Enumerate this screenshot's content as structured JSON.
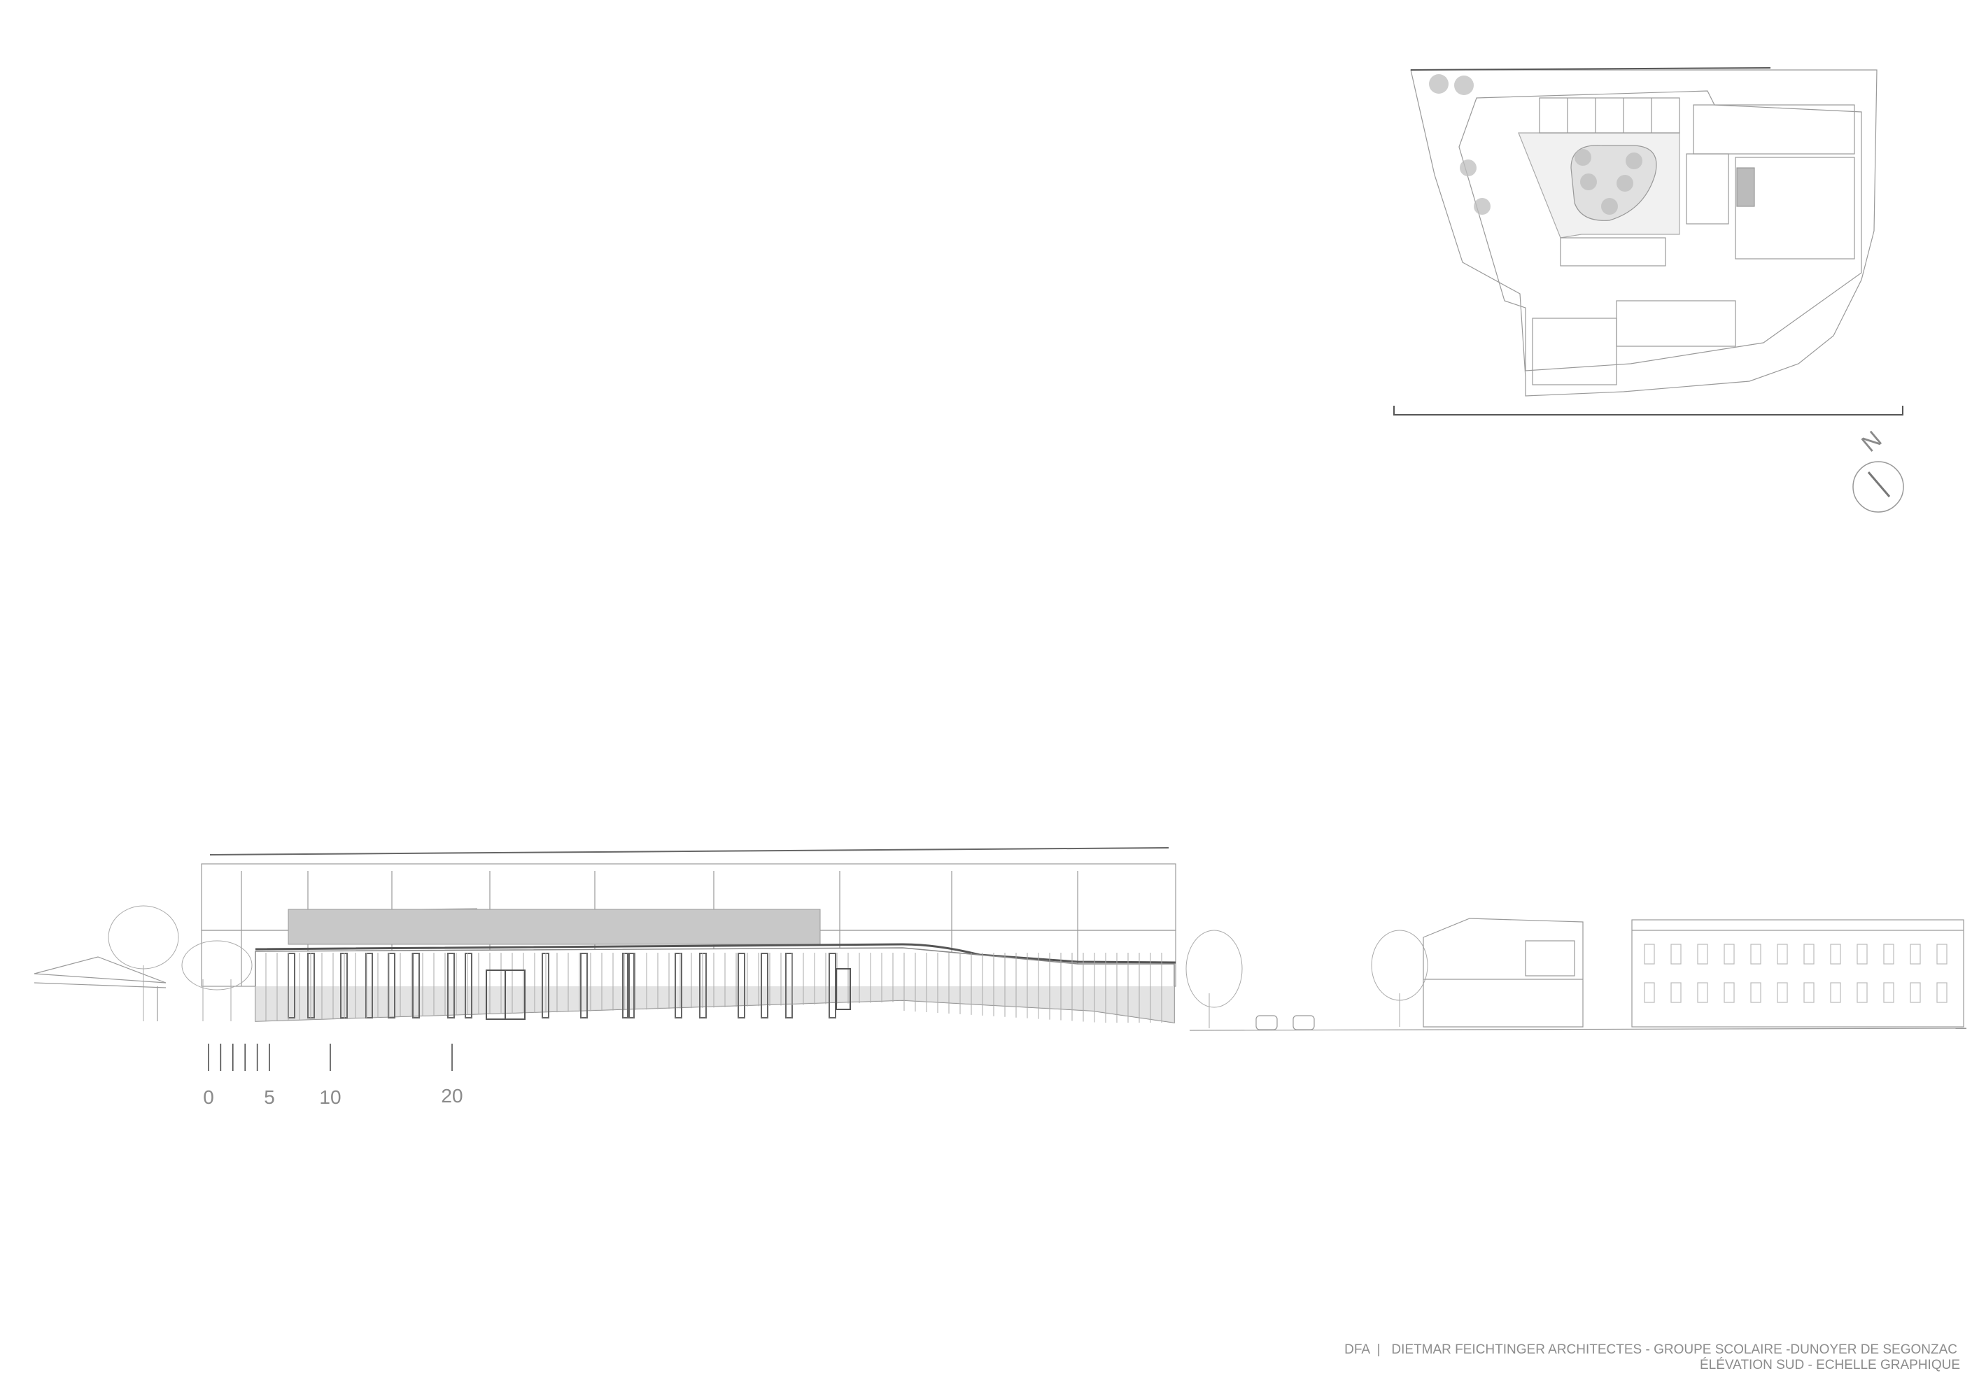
{
  "footer": {
    "line1": "DFA  |   DIETMAR FEICHTINGER ARCHITECTES - GROUPE SCOLAIRE -DUNOYER DE SEGONZAC",
    "line2": "ÉLÉVATION SUD - ECHELLE GRAPHIQUE"
  },
  "scale_bar": {
    "labels": [
      "0",
      "5",
      "10",
      "20"
    ],
    "unit_ticks": [
      0,
      1,
      2,
      3,
      4,
      5,
      10,
      20
    ]
  },
  "north_arrow": {
    "letter": "N"
  },
  "colors": {
    "line": "#9a9a9a",
    "dark_line": "#555555",
    "text": "#8a8a8a",
    "fill_grey": "#d6d6d6"
  }
}
